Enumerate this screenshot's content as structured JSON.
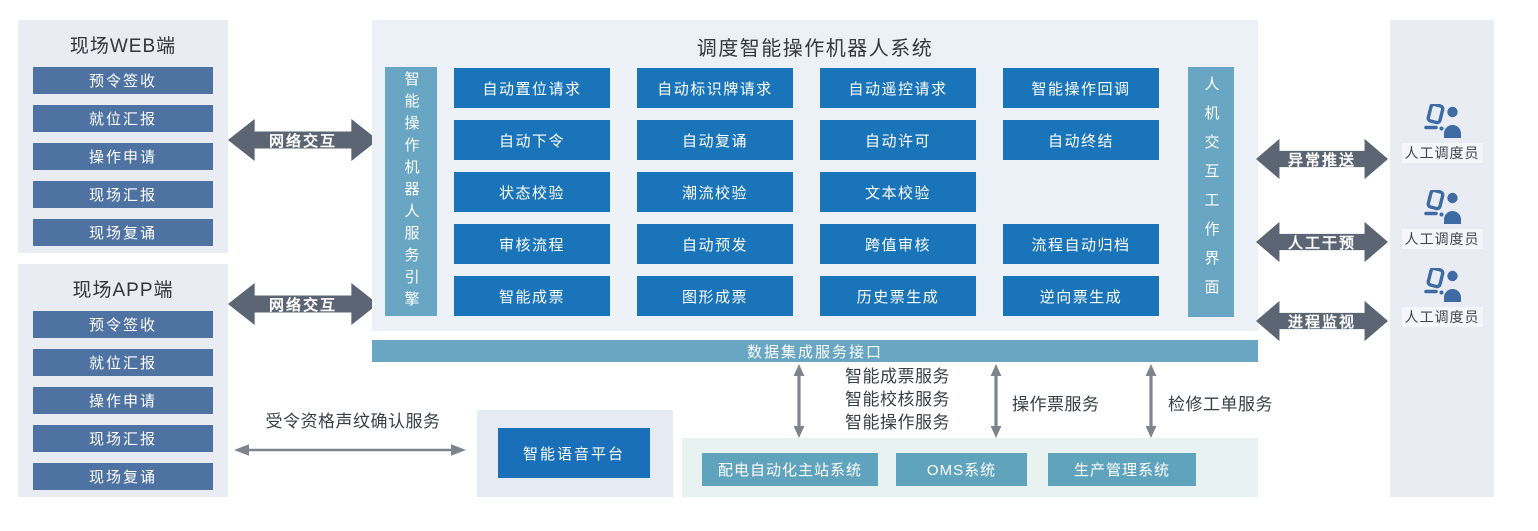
{
  "colors": {
    "module_blue": "#1a74b9",
    "bar_teal": "#68a6c4",
    "item_steel_blue": "#4e72a2",
    "external_system_teal": "#60a3bd",
    "arrow_dark": "#5c6573",
    "arrow_gray": "#7d848e",
    "dispatcher_icon_blue": "#3e6ba3",
    "panel_gray": "#e9ecf3",
    "panel_blue": "#ebf1f7",
    "panel_mint": "#e7f2f1"
  },
  "web_panel": {
    "title": "现场WEB端",
    "items": [
      "预令签收",
      "就位汇报",
      "操作申请",
      "现场汇报",
      "现场复诵"
    ]
  },
  "app_panel": {
    "title": "现场APP端",
    "items": [
      "预令签收",
      "就位汇报",
      "操作申请",
      "现场汇报",
      "现场复诵"
    ]
  },
  "network_arrows": [
    "网络交互",
    "网络交互"
  ],
  "robot_system": {
    "title": "调度智能操作机器人系统",
    "engine_bar": "智能操作机器人服务引擎",
    "hmi_bar": "人机交互工作界面",
    "grid": [
      [
        "自动置位请求",
        "自动标识牌请求",
        "自动遥控请求",
        "智能操作回调"
      ],
      [
        "自动下令",
        "自动复诵",
        "自动许可",
        "自动终结"
      ],
      [
        "状态校验",
        "潮流校验",
        "文本校验",
        ""
      ],
      [
        "审核流程",
        "自动预发",
        "跨值审核",
        "流程自动归档"
      ],
      [
        "智能成票",
        "图形成票",
        "历史票生成",
        "逆向票生成"
      ]
    ]
  },
  "data_bus": "数据集成服务接口",
  "service_links": [
    {
      "label_lines": [
        "智能成票服务",
        "智能校核服务",
        "智能操作服务"
      ]
    },
    {
      "label_lines": [
        "操作票服务"
      ]
    },
    {
      "label_lines": [
        "检修工单服务"
      ]
    }
  ],
  "voice": {
    "platform": "智能语音平台",
    "link": "受令资格声纹确认服务"
  },
  "external_systems": [
    "配电自动化主站系统",
    "OMS系统",
    "生产管理系统"
  ],
  "right_links": [
    "异常推送",
    "人工干预",
    "进程监视"
  ],
  "dispatchers": [
    "人工调度员",
    "人工调度员",
    "人工调度员"
  ]
}
